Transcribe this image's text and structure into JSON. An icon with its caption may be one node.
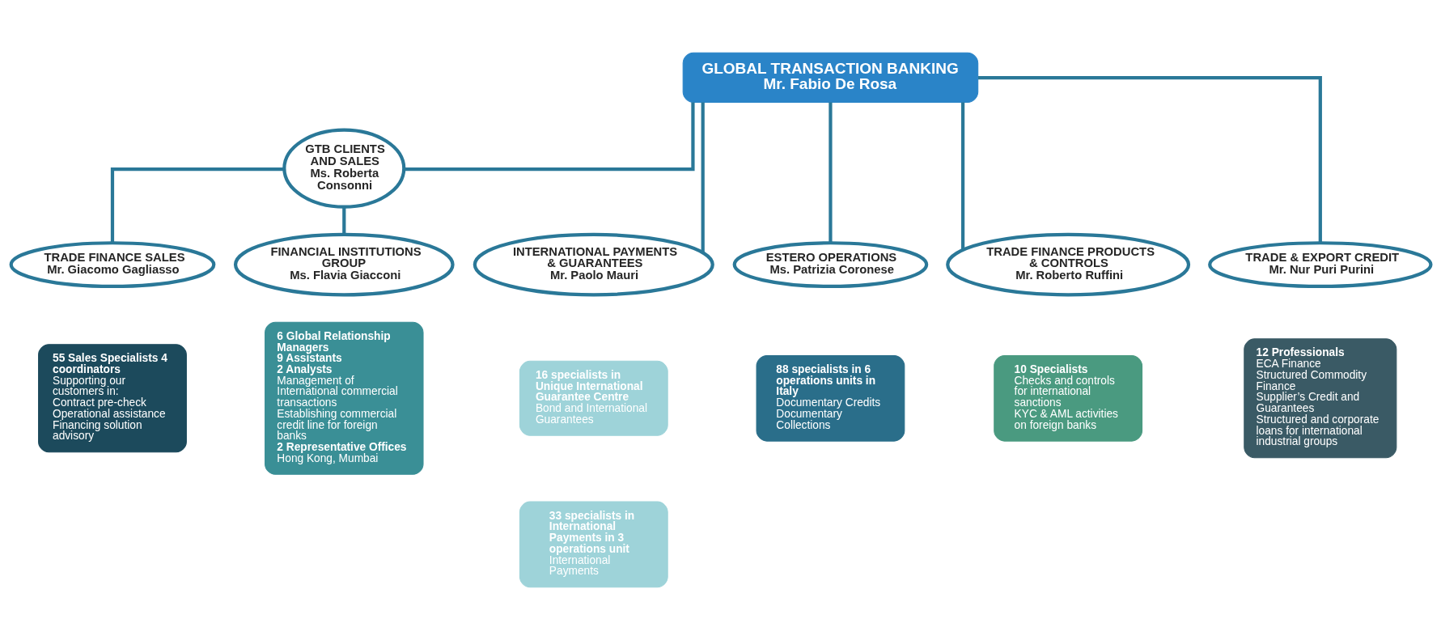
{
  "diagram": {
    "nodes": [
      {
        "text": [
          "GLOBAL TRANSACTION BANKING",
          "Mr. Fabio De Rosa"
        ]
      },
      {
        "text": [
          "GTB CLIENTS AND SALES",
          "Ms. Roberta Consonni"
        ]
      },
      {
        "text": [
          "TRADE FINANCE SALES",
          "Mr. Giacomo Gagliasso"
        ]
      },
      {
        "text": [
          "FINANCIAL INSTITUTIONS GROUP",
          "Ms. Flavia Giacconi"
        ]
      },
      {
        "text": [
          "INTERNATIONAL PAYMENTS & GUARANTEES",
          "Mr. Paolo Mauri"
        ]
      },
      {
        "text": [
          "ESTERO OPERATIONS",
          "Ms. Patrizia Coronese"
        ]
      },
      {
        "text": [
          "TRADE FINANCE PRODUCTS & CONTROLS",
          "Mr. Roberto Ruffini"
        ]
      },
      {
        "text": [
          "TRADE & EXPORT CREDIT",
          "Mr. Nur Puri Purini"
        ]
      },
      {
        "text": [
          "55 Sales Specialists 4 coordinators",
          "Supporting our customers in:",
          "Contract pre-check",
          "Operational assistance",
          "Financing solution advisory"
        ]
      },
      {
        "text": [
          "6 Global Relationship Managers",
          "9 Assistants",
          "2 Analysts",
          "Management of International commercial transactions",
          "Establishing commercial credit line for foreign banks",
          "2 Representative Offices",
          "Hong Kong, Mumbai"
        ]
      },
      {
        "text": [
          "16 specialists in Unique International Guarantee Centre",
          "Bond and International Guarantees"
        ]
      },
      {
        "text": [
          "33 specialists in International Payments in 3 operations unit",
          "International Payments"
        ]
      },
      {
        "text": [
          "88 specialists in 6 operations units in Italy",
          "Documentary Credits",
          "Documentary Collections"
        ]
      },
      {
        "text": [
          "10 Specialists",
          "Checks and controls for international sanctions",
          "KYC & AML activities on foreign banks"
        ]
      },
      {
        "text": [
          "12 Professionals",
          "ECA Finance",
          "Structured Commodity Finance",
          "Supplier’s Credit and Guarantees",
          "Structured and corporate loans for international industrial groups"
        ]
      }
    ],
    "edges": [
      {
        "from": 0,
        "to": 1,
        "arrow": "none"
      },
      {
        "from": 0,
        "to": 4,
        "arrow": "none"
      },
      {
        "from": 0,
        "to": 5,
        "arrow": "none"
      },
      {
        "from": 0,
        "to": 6,
        "arrow": "none"
      },
      {
        "from": 0,
        "to": 7,
        "arrow": "none"
      },
      {
        "from": 1,
        "to": 2,
        "arrow": "none"
      },
      {
        "from": 1,
        "to": 3,
        "arrow": "none"
      }
    ]
  }
}
